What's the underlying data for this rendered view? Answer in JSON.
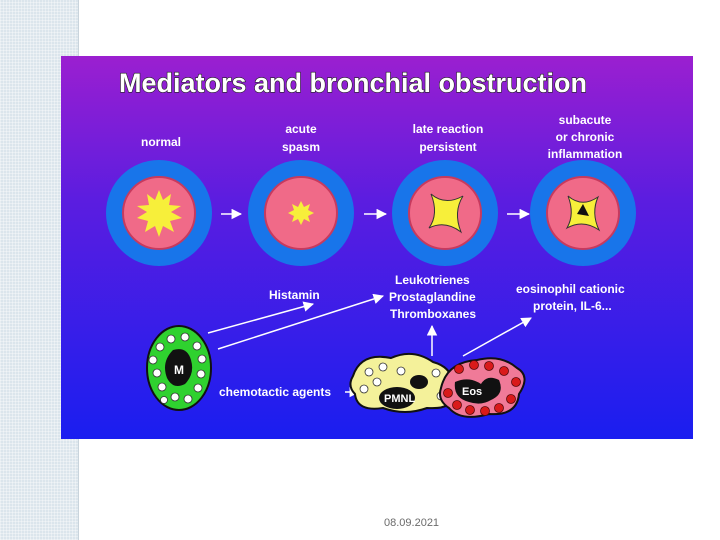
{
  "slide": {
    "title": "Mediators and bronchial obstruction",
    "footer_date": "08.09.2021"
  },
  "stages": [
    {
      "label_lines": [
        "normal"
      ]
    },
    {
      "label_lines": [
        "acute",
        "spasm"
      ]
    },
    {
      "label_lines": [
        "late reaction",
        "persistent"
      ]
    },
    {
      "label_lines": [
        "subacute",
        "or chronic",
        "inflammation"
      ]
    }
  ],
  "mediators": {
    "histamin": "Histamin",
    "leukotrienes": [
      "Leukotrienes",
      "Prostaglandine",
      "Thromboxanes"
    ],
    "eosinophil": [
      "eosinophil cationic",
      "protein, IL-6..."
    ],
    "chemotactic": "chemotactic agents"
  },
  "cells": {
    "mast": "M",
    "pmnl": "PMNL",
    "eos": "Eos"
  },
  "colors": {
    "background_top": "#9b1fd0",
    "background_bottom": "#1a1ef0",
    "airway_ring": "#1875ea",
    "mucosa": "#f06a88",
    "lumen": "#f7ef3a",
    "mast_cell": "#2fd12f",
    "pmnl_cell": "#f4f19a",
    "eos_cell": "#f07a98",
    "granule_red": "#d91a1a"
  }
}
